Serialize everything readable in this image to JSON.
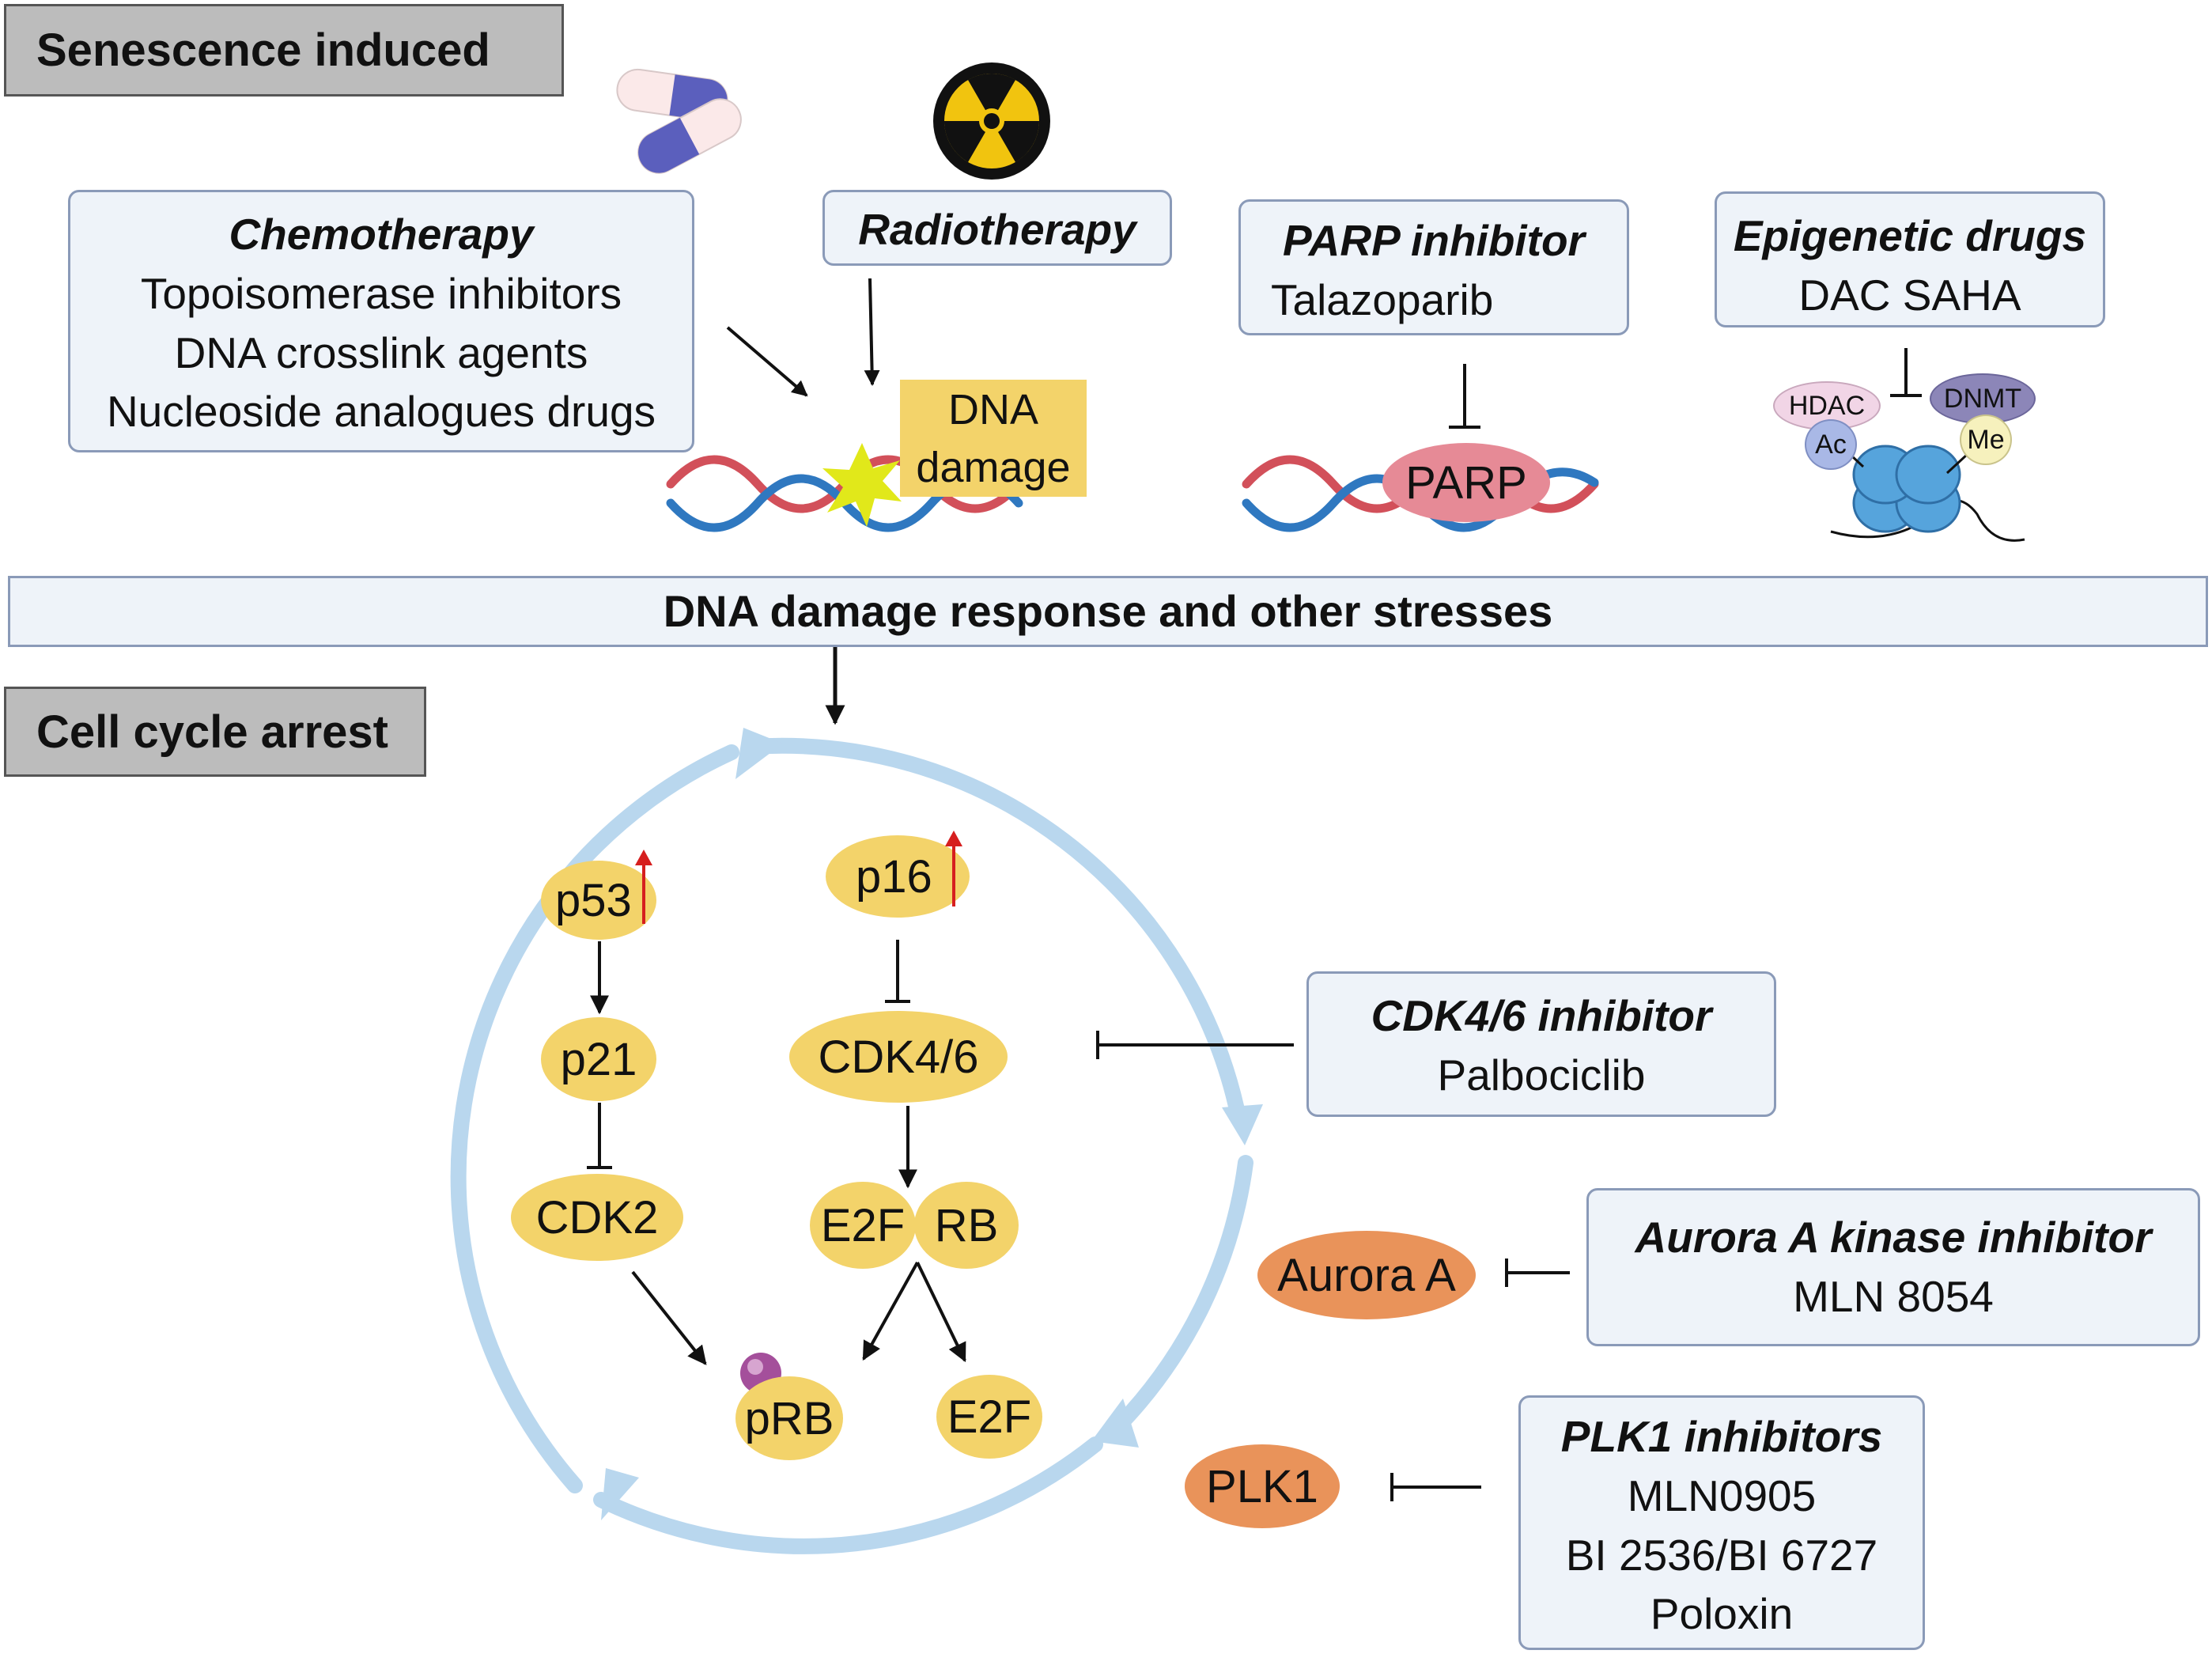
{
  "sections": {
    "senescence": "Senescence induced",
    "cell_cycle": "Cell cycle arrest"
  },
  "chemotherapy": {
    "title": "Chemotherapy",
    "items": [
      "Topoisomerase inhibitors",
      "DNA crosslink agents",
      "Nucleoside analogues drugs"
    ]
  },
  "radiotherapy": {
    "title": "Radiotherapy"
  },
  "parp_inhibitor": {
    "title": "PARP inhibitor",
    "items": [
      "Talazoparib"
    ]
  },
  "epigenetic": {
    "title": "Epigenetic drugs",
    "items": [
      "DAC  SAHA"
    ]
  },
  "dna_damage_label": [
    "DNA",
    "damage"
  ],
  "parp_label": "PARP",
  "chromatin": {
    "hdac": "HDAC",
    "ac": "Ac",
    "dnmt": "DNMT",
    "me": "Me"
  },
  "banner": "DNA damage response and other stresses",
  "pathway": {
    "p53": "p53",
    "p21": "p21",
    "cdk2": "CDK2",
    "p16": "p16",
    "cdk46": "CDK4/6",
    "e2f": "E2F",
    "rb": "RB",
    "prb": "pRB",
    "e2f_free": "E2F"
  },
  "cdk46_inhibitor": {
    "title": "CDK4/6 inhibitor",
    "items": [
      "Palbociclib"
    ]
  },
  "aurora": {
    "node": "Aurora A",
    "title": "Aurora A kinase inhibitor",
    "items": [
      "MLN 8054"
    ]
  },
  "plk1": {
    "node": "PLK1",
    "title": "PLK1 inhibitors",
    "items": [
      "MLN0905",
      "BI 2536/BI 6727",
      "Poloxin"
    ]
  },
  "colors": {
    "dna_blue": "#2f78c0",
    "dna_red": "#d2505a",
    "cycle_blue": "#b9d7ee",
    "node_yellow": "#f3d36a",
    "node_orange": "#e9935a",
    "box_fill": "#eef3f9",
    "box_border": "#8a9ab8",
    "upregulation_arrow": "#d61f1f"
  },
  "icons": [
    "capsule-icon",
    "radiation-icon",
    "damage-star-icon",
    "nucleosome-icon",
    "phosphate-icon"
  ]
}
